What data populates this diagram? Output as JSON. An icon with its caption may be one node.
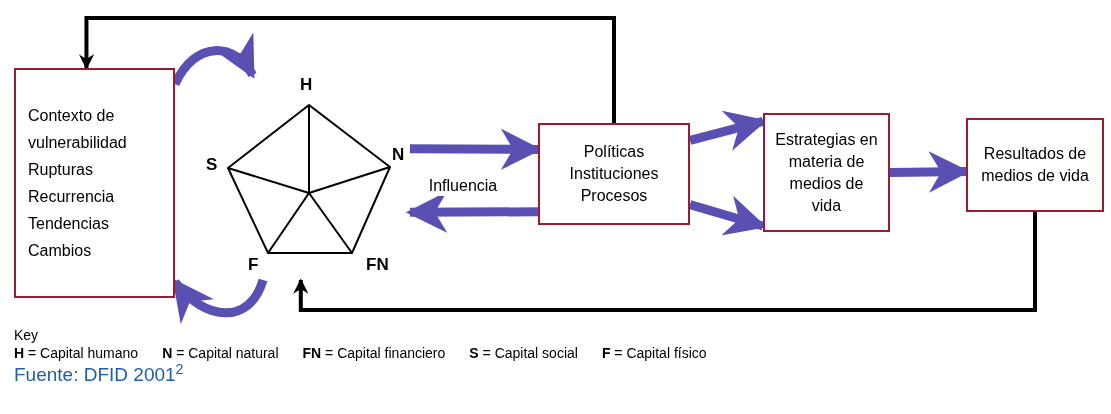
{
  "diagram": {
    "caption": "Fuente: DFID 2001$^{2}$",
    "nodes": [
      {
        "text": [
          "Contexto de vulnerabilidad",
          "Rupturas",
          "Recurrencia",
          "Tendencias",
          "Cambios"
        ]
      },
      {
        "text": [
          "H",
          "S",
          "N",
          "F",
          "FN"
        ]
      },
      {
        "text": [
          "Políticas",
          "Instituciones",
          "Procesos"
        ]
      },
      {
        "text": [
          "Estrategias en materia de medios de vida"
        ]
      },
      {
        "text": [
          "Resultados de medios de vida"
        ]
      }
    ],
    "edges": [
      {
        "from": 0,
        "to": 1,
        "arrow": "to"
      },
      {
        "from": 1,
        "to": 0,
        "arrow": "to"
      },
      {
        "from": 1,
        "to": 2,
        "arrow": "to"
      },
      {
        "from": 2,
        "to": 1,
        "arrow": "to",
        "label": "Influencia"
      },
      {
        "from": 2,
        "to": 3,
        "arrow": "to"
      },
      {
        "from": 2,
        "to": 3,
        "arrow": "to"
      },
      {
        "from": 3,
        "to": 4,
        "arrow": "to"
      },
      {
        "from": 2,
        "to": 0,
        "arrow": "to",
        "color": "#000000"
      },
      {
        "from": 4,
        "to": 1,
        "arrow": "to",
        "color": "#000000"
      }
    ],
    "labels": [
      "Key",
      "**H** = Capital humano",
      "**N** = Capital natural",
      "**FN** = Capital financiero",
      "**S** = Capital social",
      "**F** = Capital físico"
    ]
  }
}
